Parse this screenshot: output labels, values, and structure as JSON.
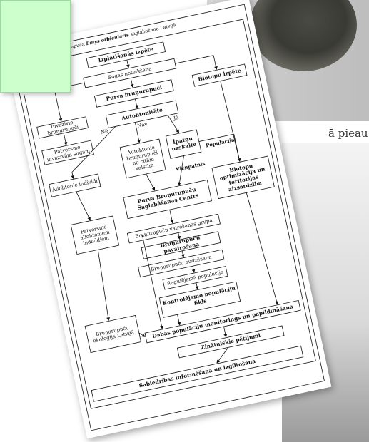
{
  "background": {
    "caption_fragment": "ā pieau"
  },
  "diagram": {
    "title_prefix": "ugas purva bruņurupuča",
    "title_species": "Emys orbicularis",
    "title_suffix": "saglabāšana Latvijā",
    "nodes": {
      "izplatibas_izpete": "Izplatīšanās izpēte",
      "sugas_noteiksana": "Sugas noteikšana",
      "purva_brunurupuci": "Purva bruņurupuči",
      "biotopu_izpete": "Biotopu izpēte",
      "invazivie": "Invazīvie bruņurupuči",
      "autohtonitate": "Autohtonitāte",
      "patversme_invaziviem": "Patversme invazīvām sugām",
      "allohtonie": "Allohtonie indivīdi",
      "autohtonie_no_citam": "Autohtonie bruņurupuči no citām valstīm",
      "ipatnu_uzskaite": "Īpatņu uzskaite",
      "biotopu_optimizacija": "Biotopu optimizācija un teritorijas aizsardzība",
      "patversme_allohtoniem": "Patversme allohtoniem indivīdiem",
      "centrs": "Purva Bruņurupuču Saglabāšanas Centrs",
      "varosanas_grupa": "Bruņurupuču vairošanas grupa",
      "pavairosana": "Bruņurupuču pavairošana",
      "audzesana": "Bruņurupuču audzēšana",
      "regulejama": "Regulējamā populācija",
      "kontrolejamo": "Kontrolējamo populāciju fikls",
      "ekologija": "Bruņurupuču ekoloģija Latvijā",
      "monitorings": "Dabas populāciju monitorings un papildināšana",
      "zinatniskie": "Zinātniskie pētījumi",
      "sabiedribas": "Sabiedrības informēšana un izglītošana"
    },
    "edge_labels": {
      "ne": "Nē",
      "nav": "Nav",
      "ja": "Jā",
      "vienpatnis": "Vienpatnis",
      "populacija": "Populācija"
    }
  }
}
